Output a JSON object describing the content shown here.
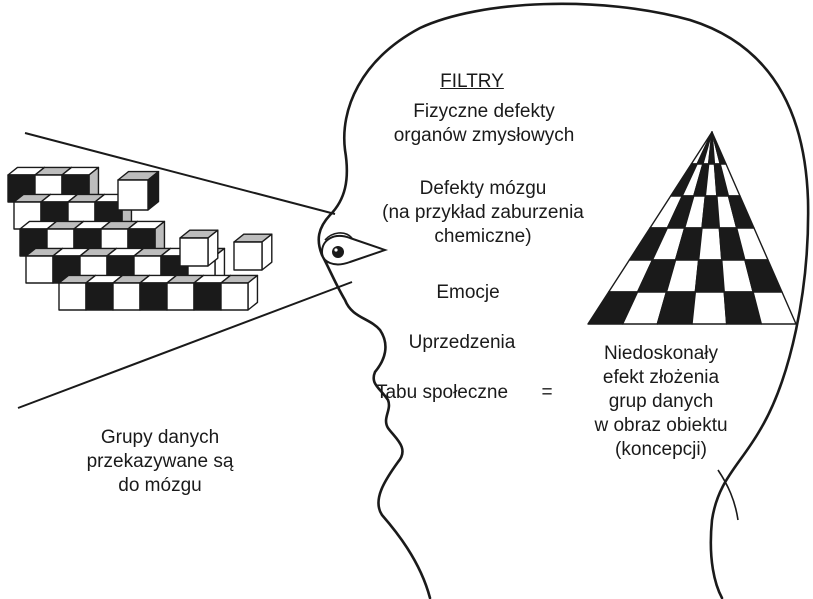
{
  "filters": {
    "heading": "FILTRY",
    "items": [
      [
        "Fizyczne defekty",
        "organów zmysłowych"
      ],
      [
        "Defekty mózgu",
        "(na przykład zaburzenia",
        "chemiczne)"
      ],
      [
        "Emocje"
      ],
      [
        "Uprzedzenia"
      ],
      [
        "Tabu społeczne"
      ]
    ],
    "equals": "="
  },
  "result": {
    "lines": [
      "Niedoskonały",
      "efekt złożenia",
      "grup danych",
      "w obraz obiektu",
      "(koncepcji)"
    ]
  },
  "input": {
    "lines": [
      "Grupy danych",
      "przekazywane są",
      "do mózgu"
    ]
  }
}
